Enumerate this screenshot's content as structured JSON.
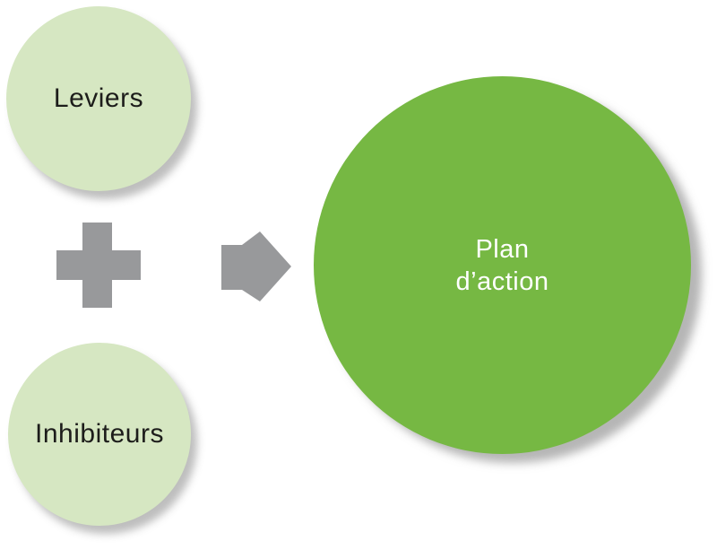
{
  "diagram": {
    "leviers": {
      "label": "Leviers"
    },
    "inhibiteurs": {
      "label": "Inhibiteurs"
    },
    "plan_action": {
      "label": "Plan d’action",
      "lines": [
        "Plan",
        "d’action"
      ]
    },
    "icons": [
      {
        "name": "plus-icon",
        "glyph": "+"
      },
      {
        "name": "arrow-right-icon",
        "glyph": "➡"
      }
    ]
  },
  "colors": {
    "light_green": "#d6e7c2",
    "dark_green": "#76b843",
    "gray": "#98999b",
    "text_dark": "#1d1d1b",
    "text_light": "#ffffff"
  }
}
